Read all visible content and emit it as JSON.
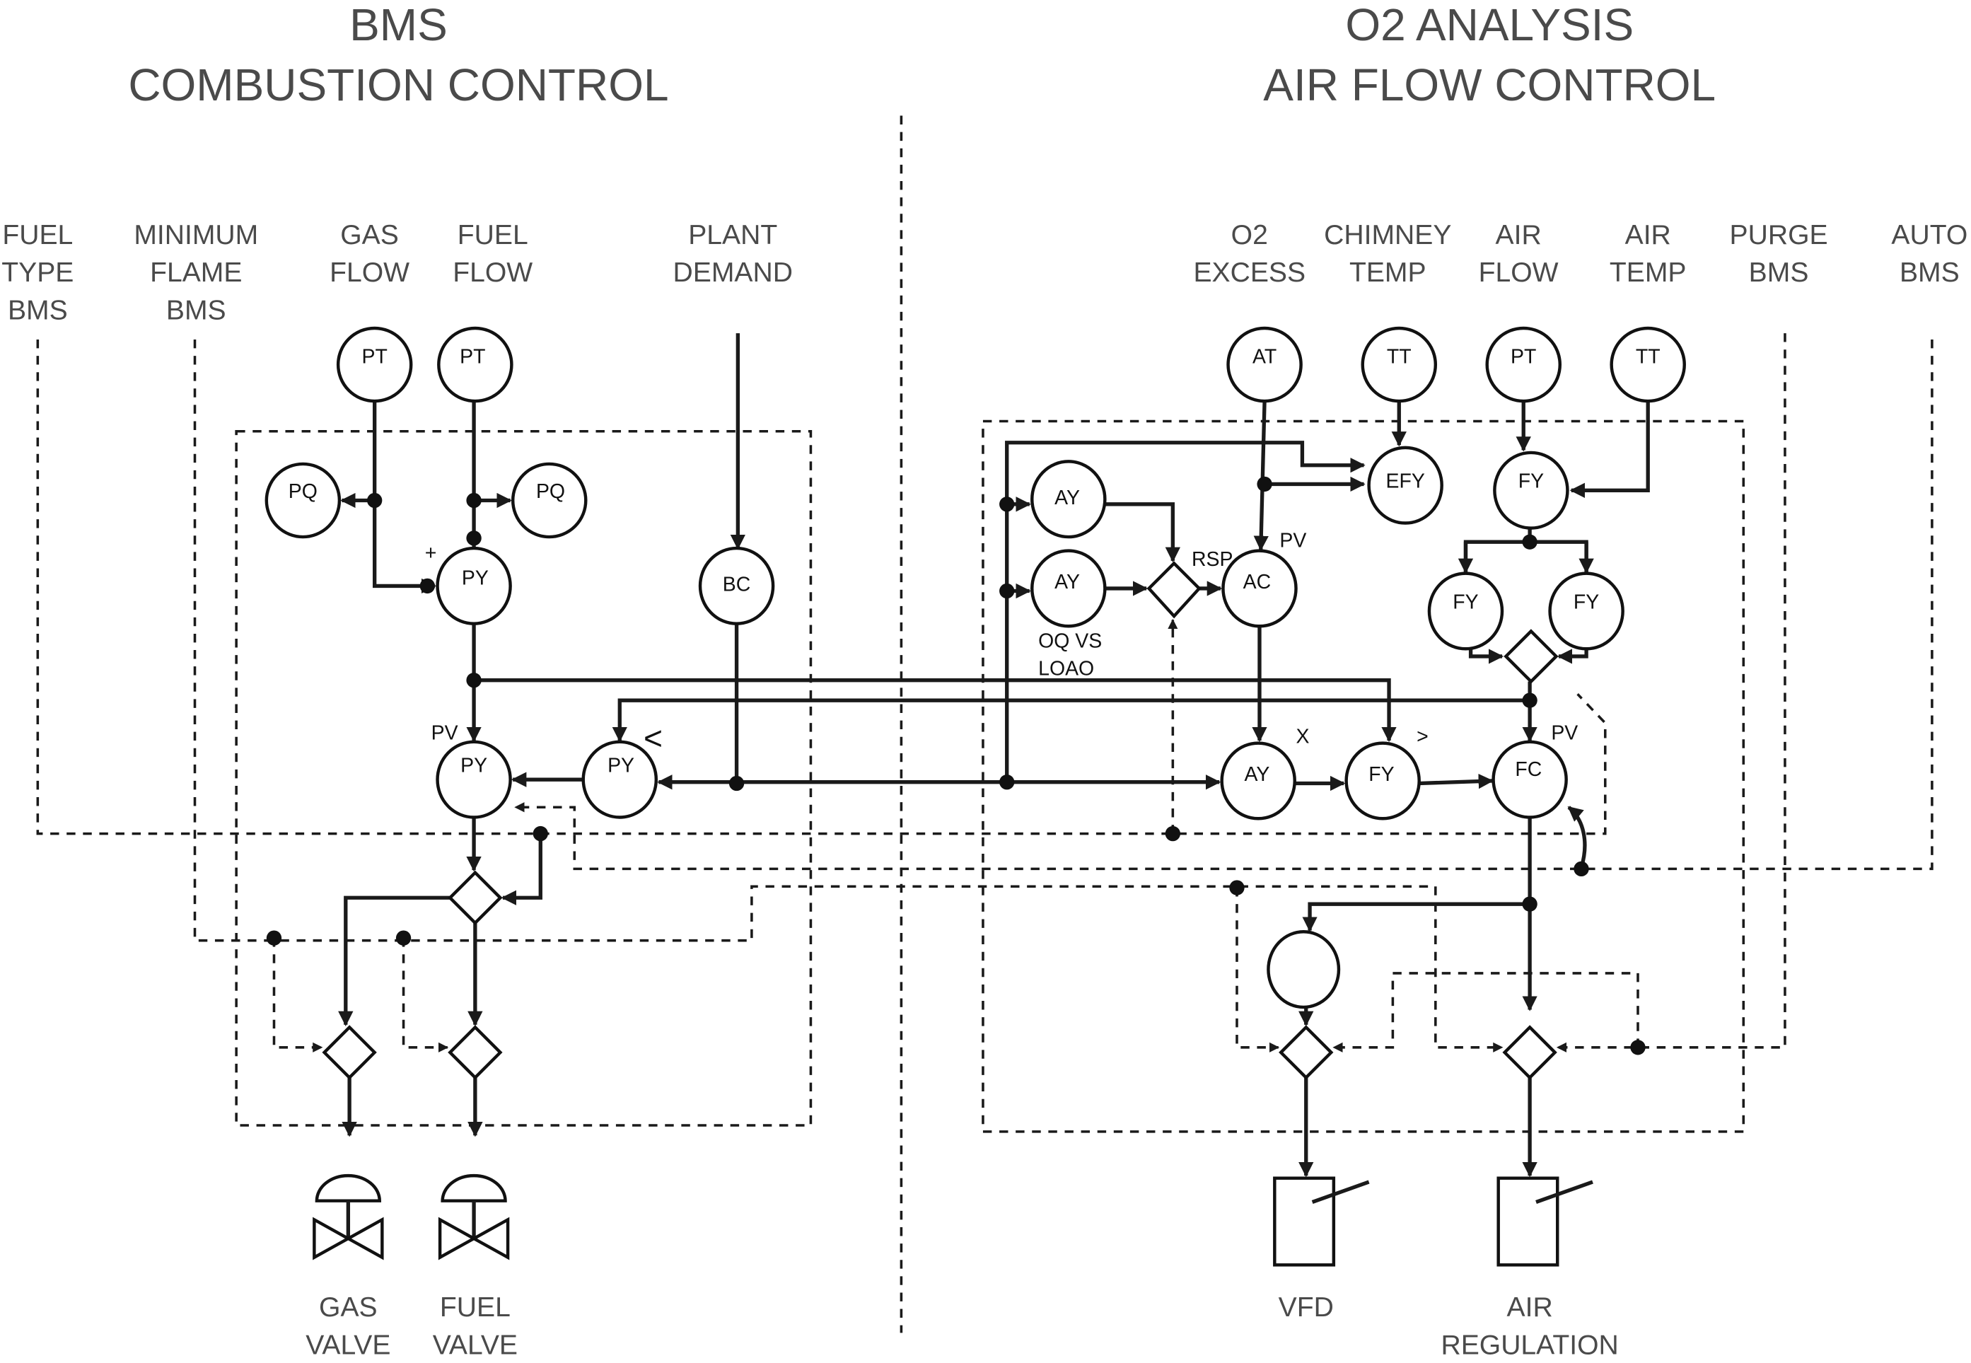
{
  "headings": {
    "left": [
      "BMS",
      "COMBUSTION CONTROL"
    ],
    "right": [
      "O2 ANALYSIS",
      "AIR FLOW CONTROL"
    ]
  },
  "inputs_left": {
    "fuel_type": [
      "FUEL",
      "TYPE",
      "BMS"
    ],
    "min_flame": [
      "MINIMUM",
      "FLAME",
      "BMS"
    ],
    "gas_flow": [
      "GAS",
      "FLOW"
    ],
    "fuel_flow": [
      "FUEL",
      "FLOW"
    ],
    "plant_demand": [
      "PLANT",
      "DEMAND"
    ]
  },
  "inputs_right": {
    "o2_excess": [
      "O2",
      "EXCESS"
    ],
    "chimney_temp": [
      "CHIMNEY",
      "TEMP"
    ],
    "air_flow": [
      "AIR",
      "FLOW"
    ],
    "air_temp": [
      "AIR",
      "TEMP"
    ],
    "purge_bms": [
      "PURGE",
      "BMS"
    ],
    "auto_bms": [
      "AUTO",
      "BMS"
    ]
  },
  "outputs": {
    "gas_valve": [
      "GAS",
      "VALVE"
    ],
    "fuel_valve": [
      "FUEL",
      "VALVE"
    ],
    "vfd": [
      "VFD"
    ],
    "air_regulation": [
      "AIR",
      "REGULATION"
    ]
  },
  "instruments": {
    "pt_gas": "PT",
    "pt_fuel": "PT",
    "pq_left": "PQ",
    "pq_right": "PQ",
    "py_sum": "PY",
    "bc": "BC",
    "py_pv": "PY",
    "py_low": "PY",
    "at": "AT",
    "tt_chimney": "TT",
    "pt_air": "PT",
    "tt_air": "TT",
    "efy": "EFY",
    "fy_air": "FY",
    "ay_top": "AY",
    "ay_mid": "AY",
    "ac": "AC",
    "fy_left": "FY",
    "fy_right": "FY",
    "ay_mult": "AY",
    "fy_high": "FY",
    "fc": "FC"
  },
  "annotations": {
    "plus": "+",
    "pv_left": "PV",
    "less_than": "<",
    "rsp": "RSP",
    "pv_ac": "PV",
    "oq_vs": [
      "OQ VS",
      "LOAO"
    ],
    "x": "X",
    "greater_than": ">",
    "pv_fc": "PV"
  }
}
